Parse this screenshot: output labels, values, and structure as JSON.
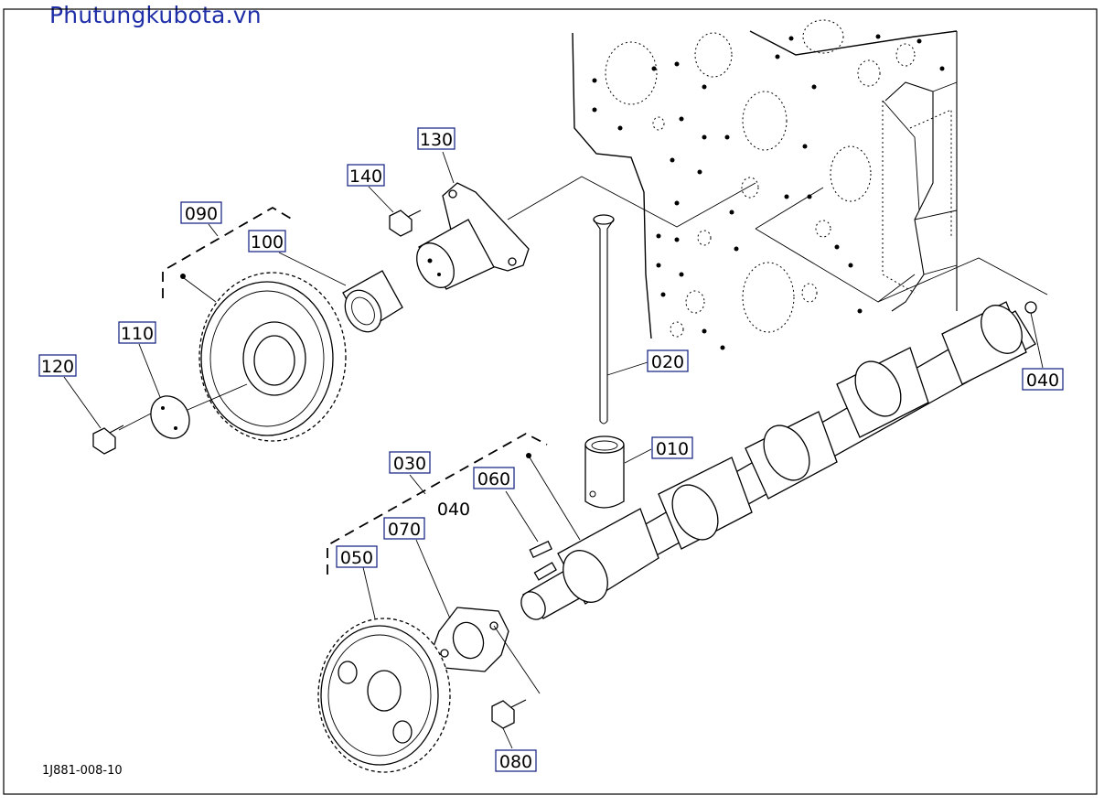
{
  "watermark": "Phutungkubota.vn",
  "diagram_code": "1J881-008-10",
  "part_labels": {
    "p010": "010",
    "p020": "020",
    "p030": "030",
    "p040a": "040",
    "p040b": "040",
    "p050": "050",
    "p060": "060",
    "p070": "070",
    "p080": "080",
    "p090": "090",
    "p100": "100",
    "p110": "110",
    "p120": "120",
    "p130": "130",
    "p140": "140"
  }
}
